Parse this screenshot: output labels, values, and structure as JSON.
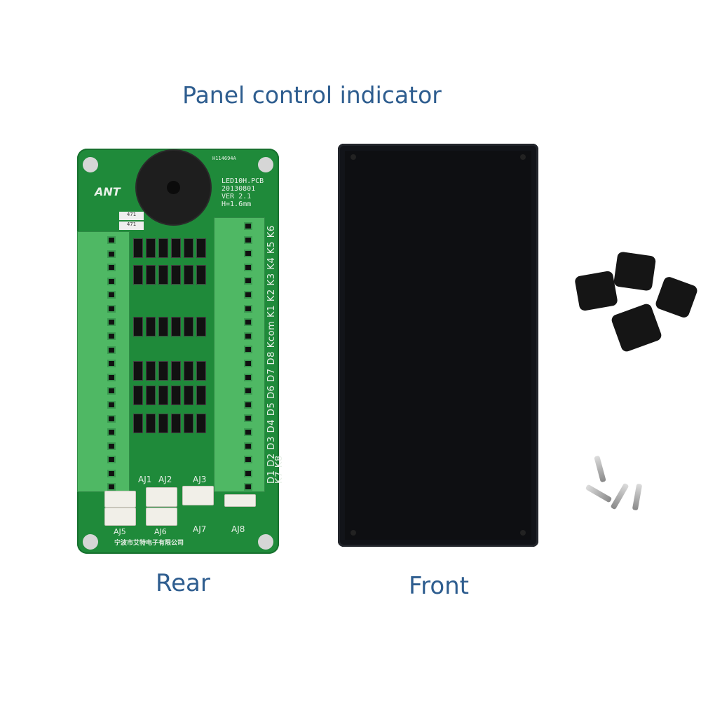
{
  "title": "Panel control indicator",
  "captions": {
    "rear": "Rear",
    "front": "Front"
  },
  "pcb": {
    "serial": "H114694A",
    "logo": "ANT",
    "info": [
      "LED10H.PCB",
      "20130801",
      "VER 2.1",
      "H=1.6mm"
    ],
    "terminal_labels": "D1 D2 D3 D4 D5 D6 D7 D8 Kcom K1 K2 K3 K4 K5 K6 K7 K8",
    "connectors": [
      "AJ1",
      "AJ2",
      "AJ3",
      "AJ5",
      "AJ6",
      "AJ7",
      "AJ8"
    ],
    "company": "宁波市艾特电子有限公司",
    "resistor": "471"
  },
  "colors": {
    "caption": "#2e5d8f",
    "pcb": "#1f8a3a",
    "terminal": "#4fb864",
    "case": "#0e0f12"
  }
}
